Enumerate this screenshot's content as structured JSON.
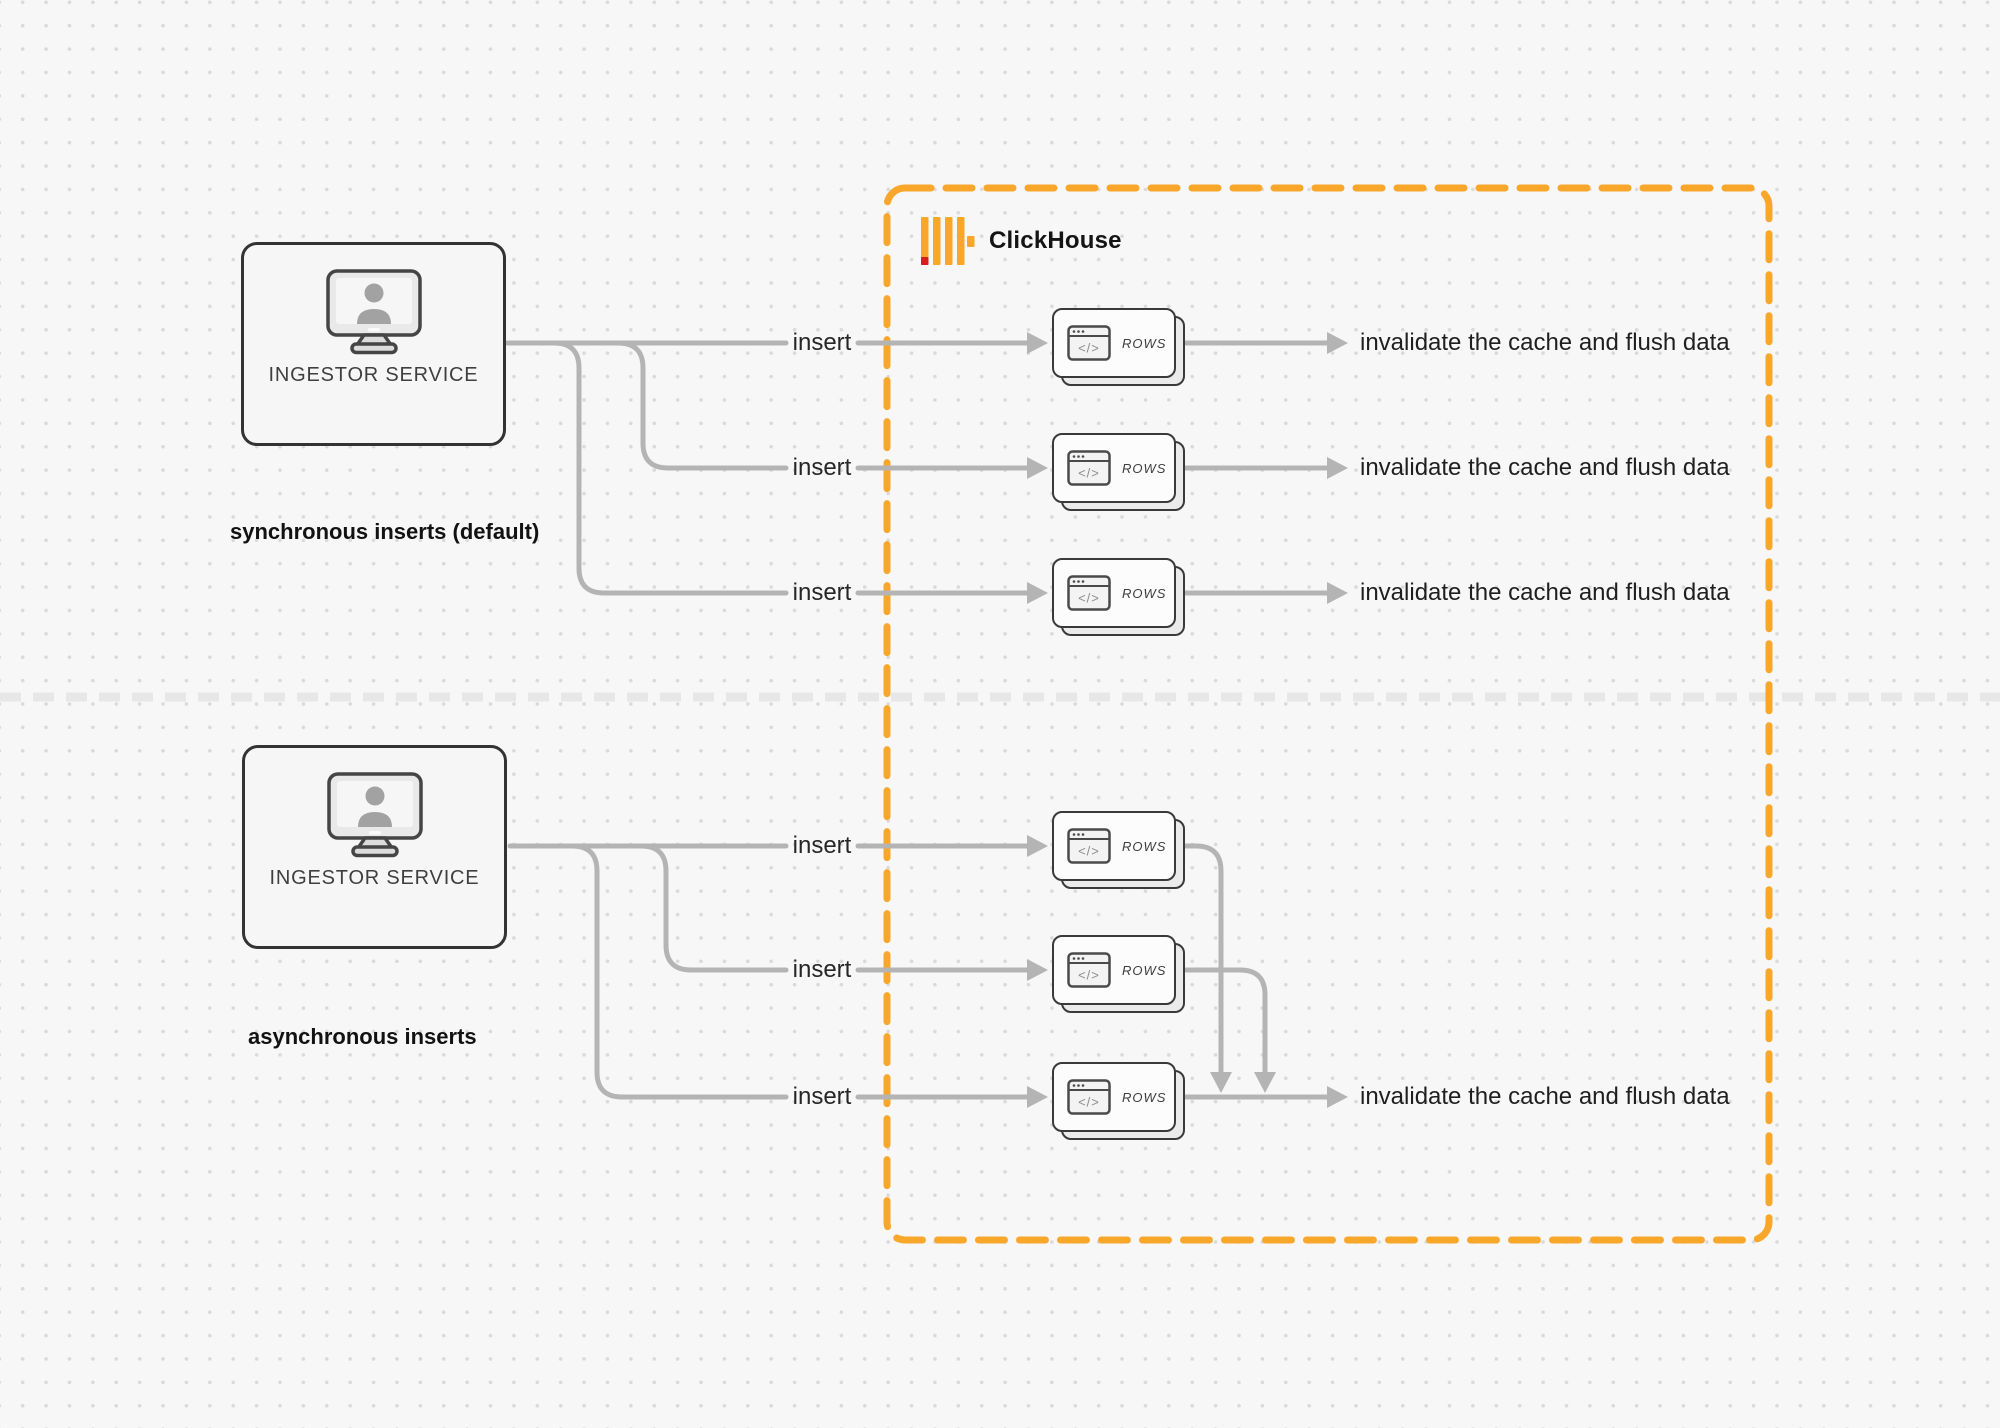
{
  "colors": {
    "boundary_orange": "#F9A72B",
    "brand_red": "#DE1A21",
    "connector_gray": "#B4B4B4",
    "shape_border_dark": "#333333",
    "background": "#F7F7F8"
  },
  "clickhouse": {
    "label": "ClickHouse"
  },
  "icons": {
    "code_glyph": "</>"
  },
  "sync_section": {
    "actor_label": "INGESTOR SERVICE",
    "caption": "synchronous inserts (default)",
    "rows": [
      {
        "insert_label": "insert",
        "node_label": "ROWS",
        "result_label": "invalidate the cache and flush data"
      },
      {
        "insert_label": "insert",
        "node_label": "ROWS",
        "result_label": "invalidate the cache and flush data"
      },
      {
        "insert_label": "insert",
        "node_label": "ROWS",
        "result_label": "invalidate the cache and flush data"
      }
    ]
  },
  "async_section": {
    "actor_label": "INGESTOR SERVICE",
    "caption": "asynchronous inserts",
    "rows": [
      {
        "insert_label": "insert",
        "node_label": "ROWS"
      },
      {
        "insert_label": "insert",
        "node_label": "ROWS"
      },
      {
        "insert_label": "insert",
        "node_label": "ROWS",
        "result_label": "invalidate the cache and flush data"
      }
    ]
  }
}
